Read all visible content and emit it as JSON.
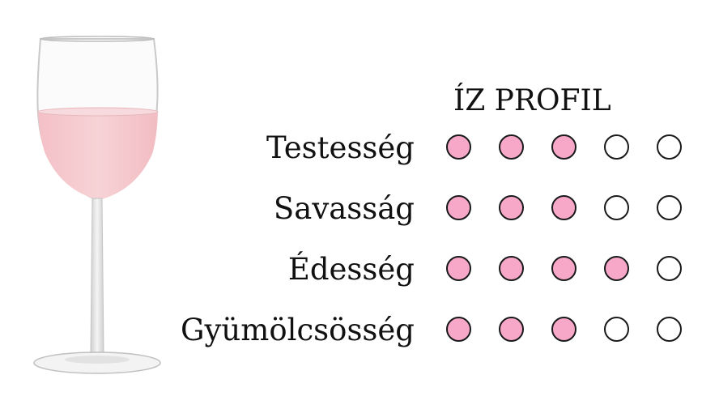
{
  "title": "ÍZ PROFIL",
  "colors": {
    "filled": "#f7a8c9",
    "empty": "#ffffff",
    "outline": "#1a1a1a",
    "wine": "#f4c9cd"
  },
  "max_rating": 5,
  "profile": [
    {
      "label": "Testesség",
      "rating": 3
    },
    {
      "label": "Savasság",
      "rating": 3
    },
    {
      "label": "Édesség",
      "rating": 4
    },
    {
      "label": "Gyümölcsösség",
      "rating": 3
    }
  ]
}
